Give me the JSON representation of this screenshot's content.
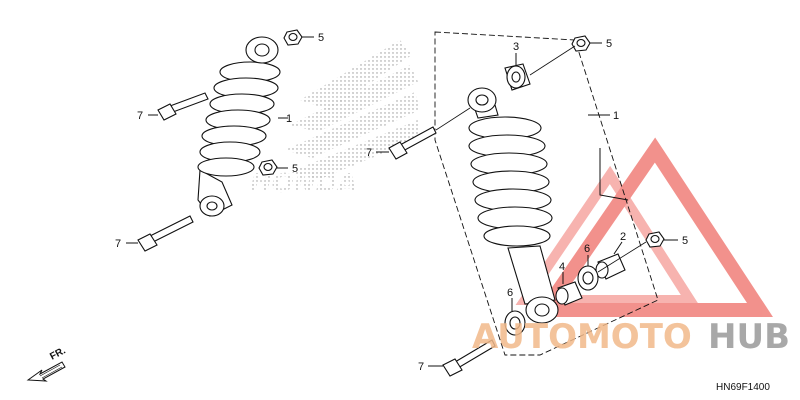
{
  "diagram": {
    "code": "HN69F1400",
    "direction_label": "FR.",
    "brand_mark": "HONDA",
    "callouts": [
      {
        "id": "c-left-5-top",
        "label": "5"
      },
      {
        "id": "c-left-1",
        "label": "1"
      },
      {
        "id": "c-left-7-top",
        "label": "7"
      },
      {
        "id": "c-left-5-mid",
        "label": "5"
      },
      {
        "id": "c-left-7-bottom",
        "label": "7"
      },
      {
        "id": "c-right-3",
        "label": "3"
      },
      {
        "id": "c-right-5-top",
        "label": "5"
      },
      {
        "id": "c-right-1",
        "label": "1"
      },
      {
        "id": "c-right-7-mid",
        "label": "7"
      },
      {
        "id": "c-right-2",
        "label": "2"
      },
      {
        "id": "c-right-5-lower",
        "label": "5"
      },
      {
        "id": "c-right-6-upper",
        "label": "6"
      },
      {
        "id": "c-right-4",
        "label": "4"
      },
      {
        "id": "c-right-6-lower",
        "label": "6"
      },
      {
        "id": "c-right-7-bottom",
        "label": "7"
      }
    ]
  },
  "watermark": {
    "text_part1": "AUTOMOTO",
    "text_part2": "HUB",
    "color_primary": "#f2b98a",
    "color_secondary": "#9a9a9a",
    "triangle_color": "#e8392f"
  }
}
